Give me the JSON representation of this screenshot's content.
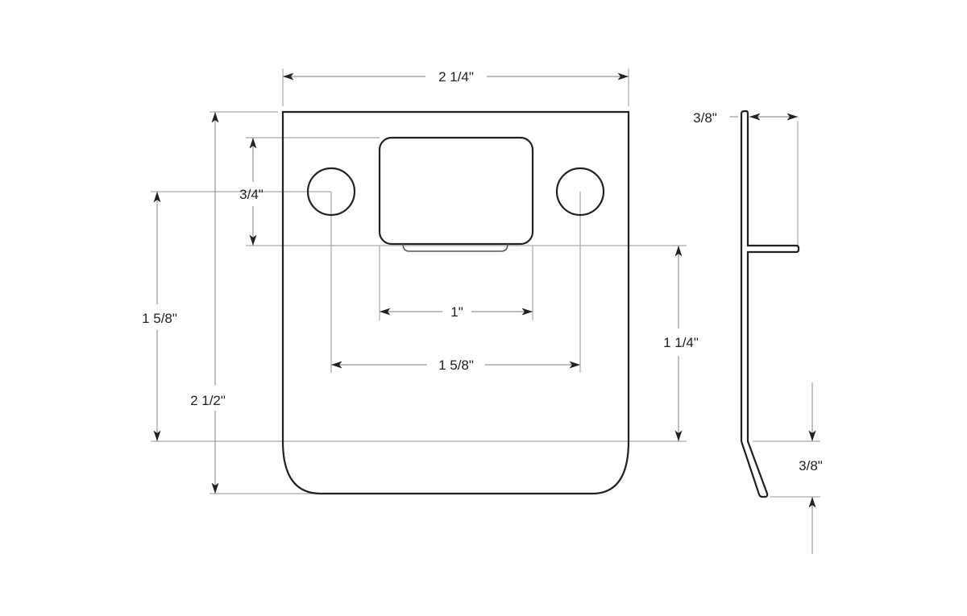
{
  "drawing": {
    "front_view": {
      "overall_width": "2 1/4\"",
      "overall_height": "2 1/2\"",
      "hole_to_bottom": "1 5/8\"",
      "opening_height": "3/4\"",
      "opening_width": "1\"",
      "hole_spacing": "1 5/8\"",
      "opening_to_bottom": "1 1/4\""
    },
    "side_view": {
      "lip_depth": "3/8\"",
      "bend_height": "3/8\""
    }
  }
}
